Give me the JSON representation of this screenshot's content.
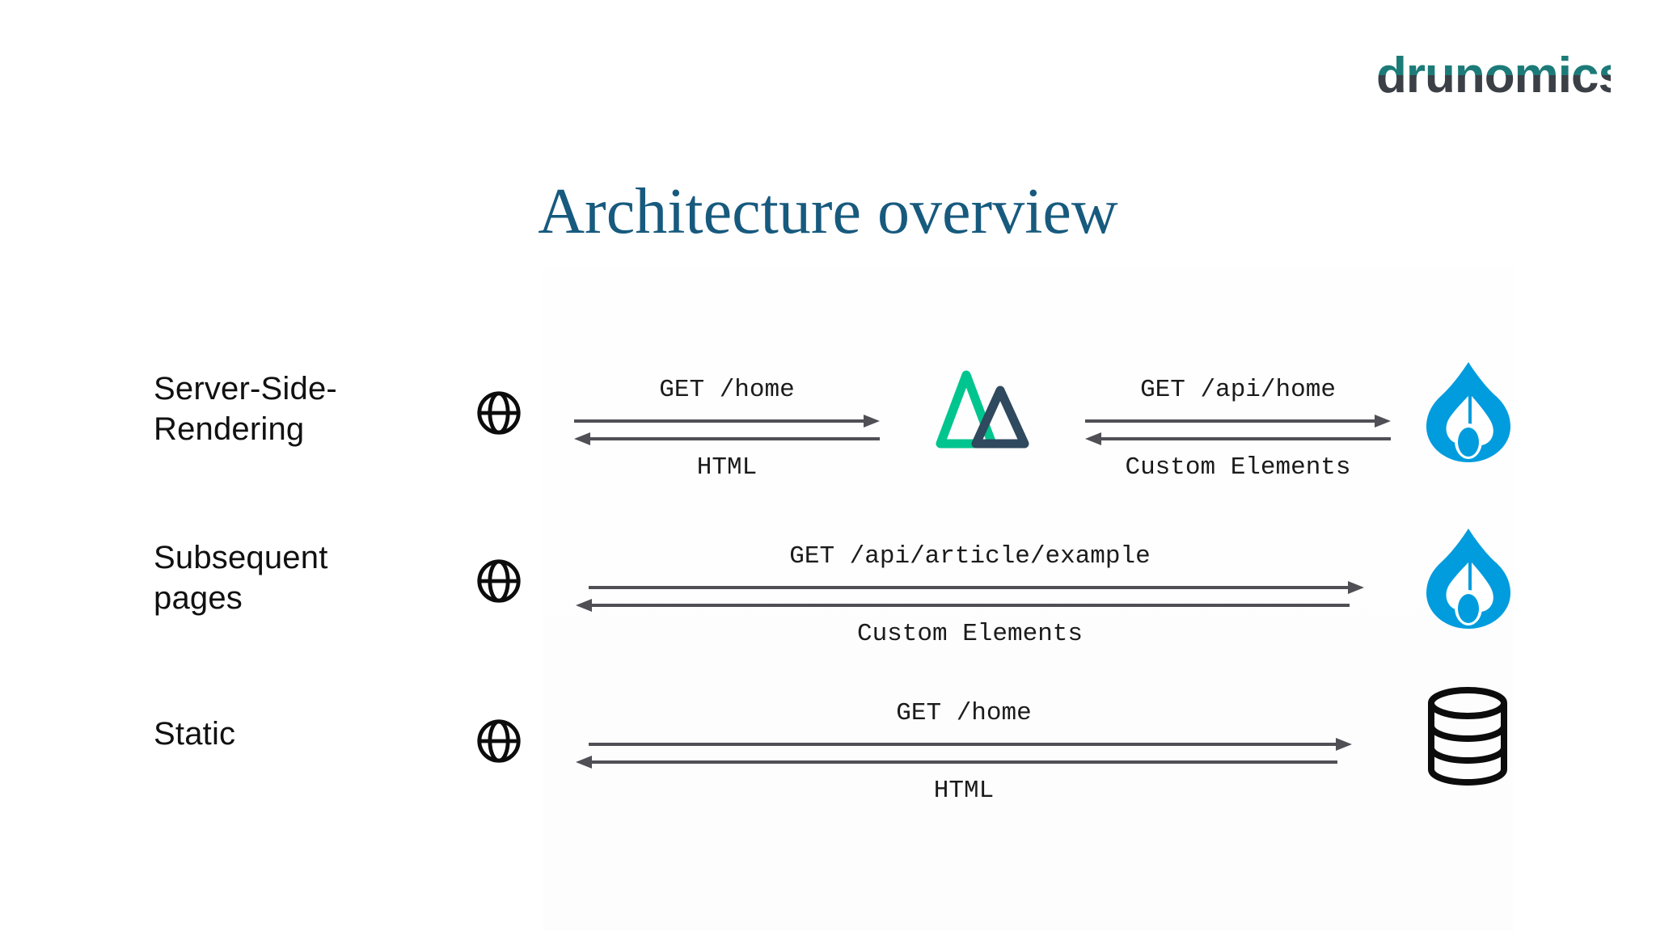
{
  "slide": {
    "title": "Architecture overview",
    "brand": {
      "name": "drunomics",
      "color_top": "#1c7b78",
      "color_bottom": "#3b3f46"
    },
    "title_color": "#175a7e",
    "arrow_color": "#4f4f55",
    "label_color": "#1b1b1b",
    "nuxt_green": "#00c58e",
    "nuxt_navy": "#2f495e",
    "drupal_blue": "#009cde"
  },
  "rows": [
    {
      "label": "Server-Side-\nRendering",
      "label_line1": "Server-Side-",
      "label_line2": "Rendering",
      "client_icon": "globe-icon",
      "exchanges": [
        {
          "from": "globe-icon",
          "to": "nuxt-logo",
          "request": "GET /home",
          "response": "HTML"
        },
        {
          "from": "nuxt-logo",
          "to": "drupal-logo",
          "request": "GET /api/home",
          "response": "Custom Elements"
        }
      ],
      "middle_icon": "nuxt-logo",
      "end_icon": "drupal-logo"
    },
    {
      "label": "Subsequent\npages",
      "label_line1": "Subsequent",
      "label_line2": "pages",
      "client_icon": "globe-icon",
      "exchanges": [
        {
          "from": "globe-icon",
          "to": "drupal-logo",
          "request": "GET /api/article/example",
          "response": "Custom Elements"
        }
      ],
      "middle_icon": null,
      "end_icon": "drupal-logo"
    },
    {
      "label": "Static",
      "label_line1": "Static",
      "label_line2": "",
      "client_icon": "globe-icon",
      "exchanges": [
        {
          "from": "globe-icon",
          "to": "database-icon",
          "request": "GET /home",
          "response": "HTML"
        }
      ],
      "middle_icon": null,
      "end_icon": "database-icon"
    }
  ]
}
